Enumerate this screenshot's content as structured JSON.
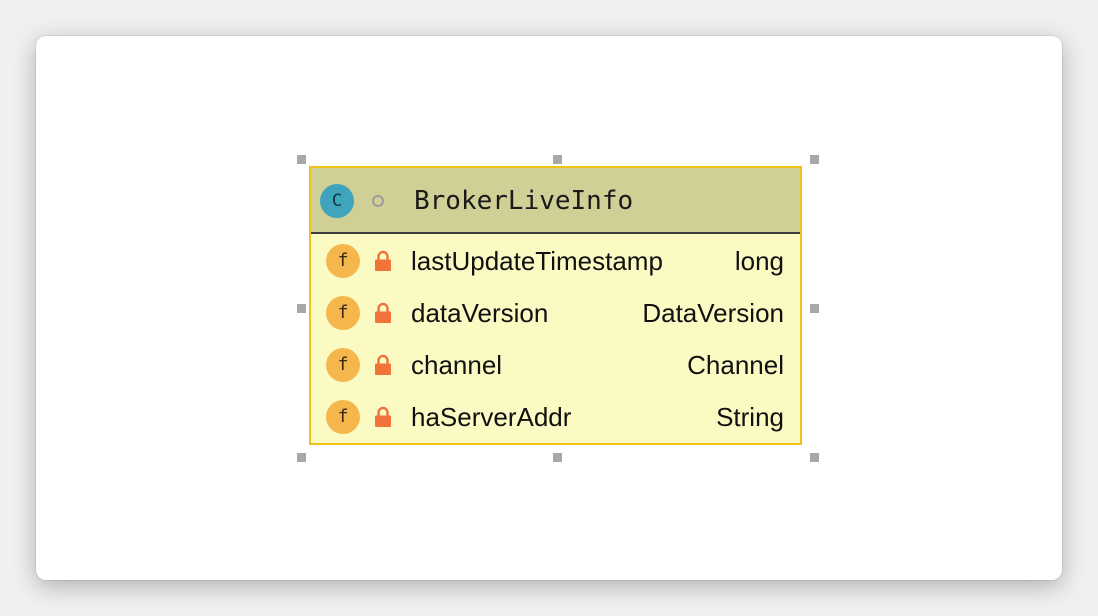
{
  "class_box": {
    "kind_icon": "C",
    "visibility_icon": "package-private-circle-icon",
    "name": "BrokerLiveInfo"
  },
  "fields": [
    {
      "kind_icon": "f",
      "access_icon": "lock-icon",
      "name": "lastUpdateTimestamp",
      "type": "long"
    },
    {
      "kind_icon": "f",
      "access_icon": "lock-icon",
      "name": "dataVersion",
      "type": "DataVersion"
    },
    {
      "kind_icon": "f",
      "access_icon": "lock-icon",
      "name": "channel",
      "type": "Channel"
    },
    {
      "kind_icon": "f",
      "access_icon": "lock-icon",
      "name": "haServerAddr",
      "type": "String"
    }
  ],
  "colors": {
    "header_bg": "#cfcf96",
    "body_bg": "#fbfac2",
    "border": "#f2c21b",
    "class_icon": "#3fa5bd",
    "field_icon": "#f5b64c",
    "lock": "#f0733a"
  }
}
